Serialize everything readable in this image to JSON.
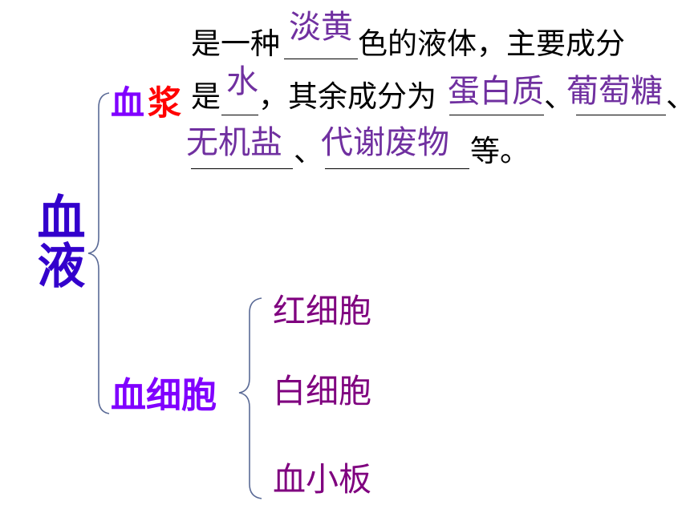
{
  "blood": {
    "title": "血液",
    "plasma": {
      "label_first": "血",
      "label_second": "浆",
      "description": {
        "line1": {
          "prefix": "是一种",
          "answer": "淡黄",
          "suffix": "色的液体，主要成分"
        },
        "line2": {
          "prefix": "是",
          "answer_water": "水",
          "middle": "，其余成分为",
          "answer_protein": "蛋白质",
          "sep_1": "、",
          "answer_glucose": "葡萄糖",
          "sep_2": "、"
        },
        "line3": {
          "answer_salt": "无机盐",
          "sep": "、",
          "answer_waste": "代谢废物",
          "suffix": "等。"
        }
      }
    },
    "cells": {
      "label": "血细胞",
      "types": [
        "红细胞",
        "白细胞",
        "血小板"
      ]
    }
  },
  "colors": {
    "title": "#3300cc",
    "plasma_first": "#8000ff",
    "plasma_second": "#ff0000",
    "cells_label": "#8000ff",
    "answer": "#7030a0",
    "cell_type": "#7f007f",
    "text": "#000000",
    "brace": "#5a6a96"
  }
}
